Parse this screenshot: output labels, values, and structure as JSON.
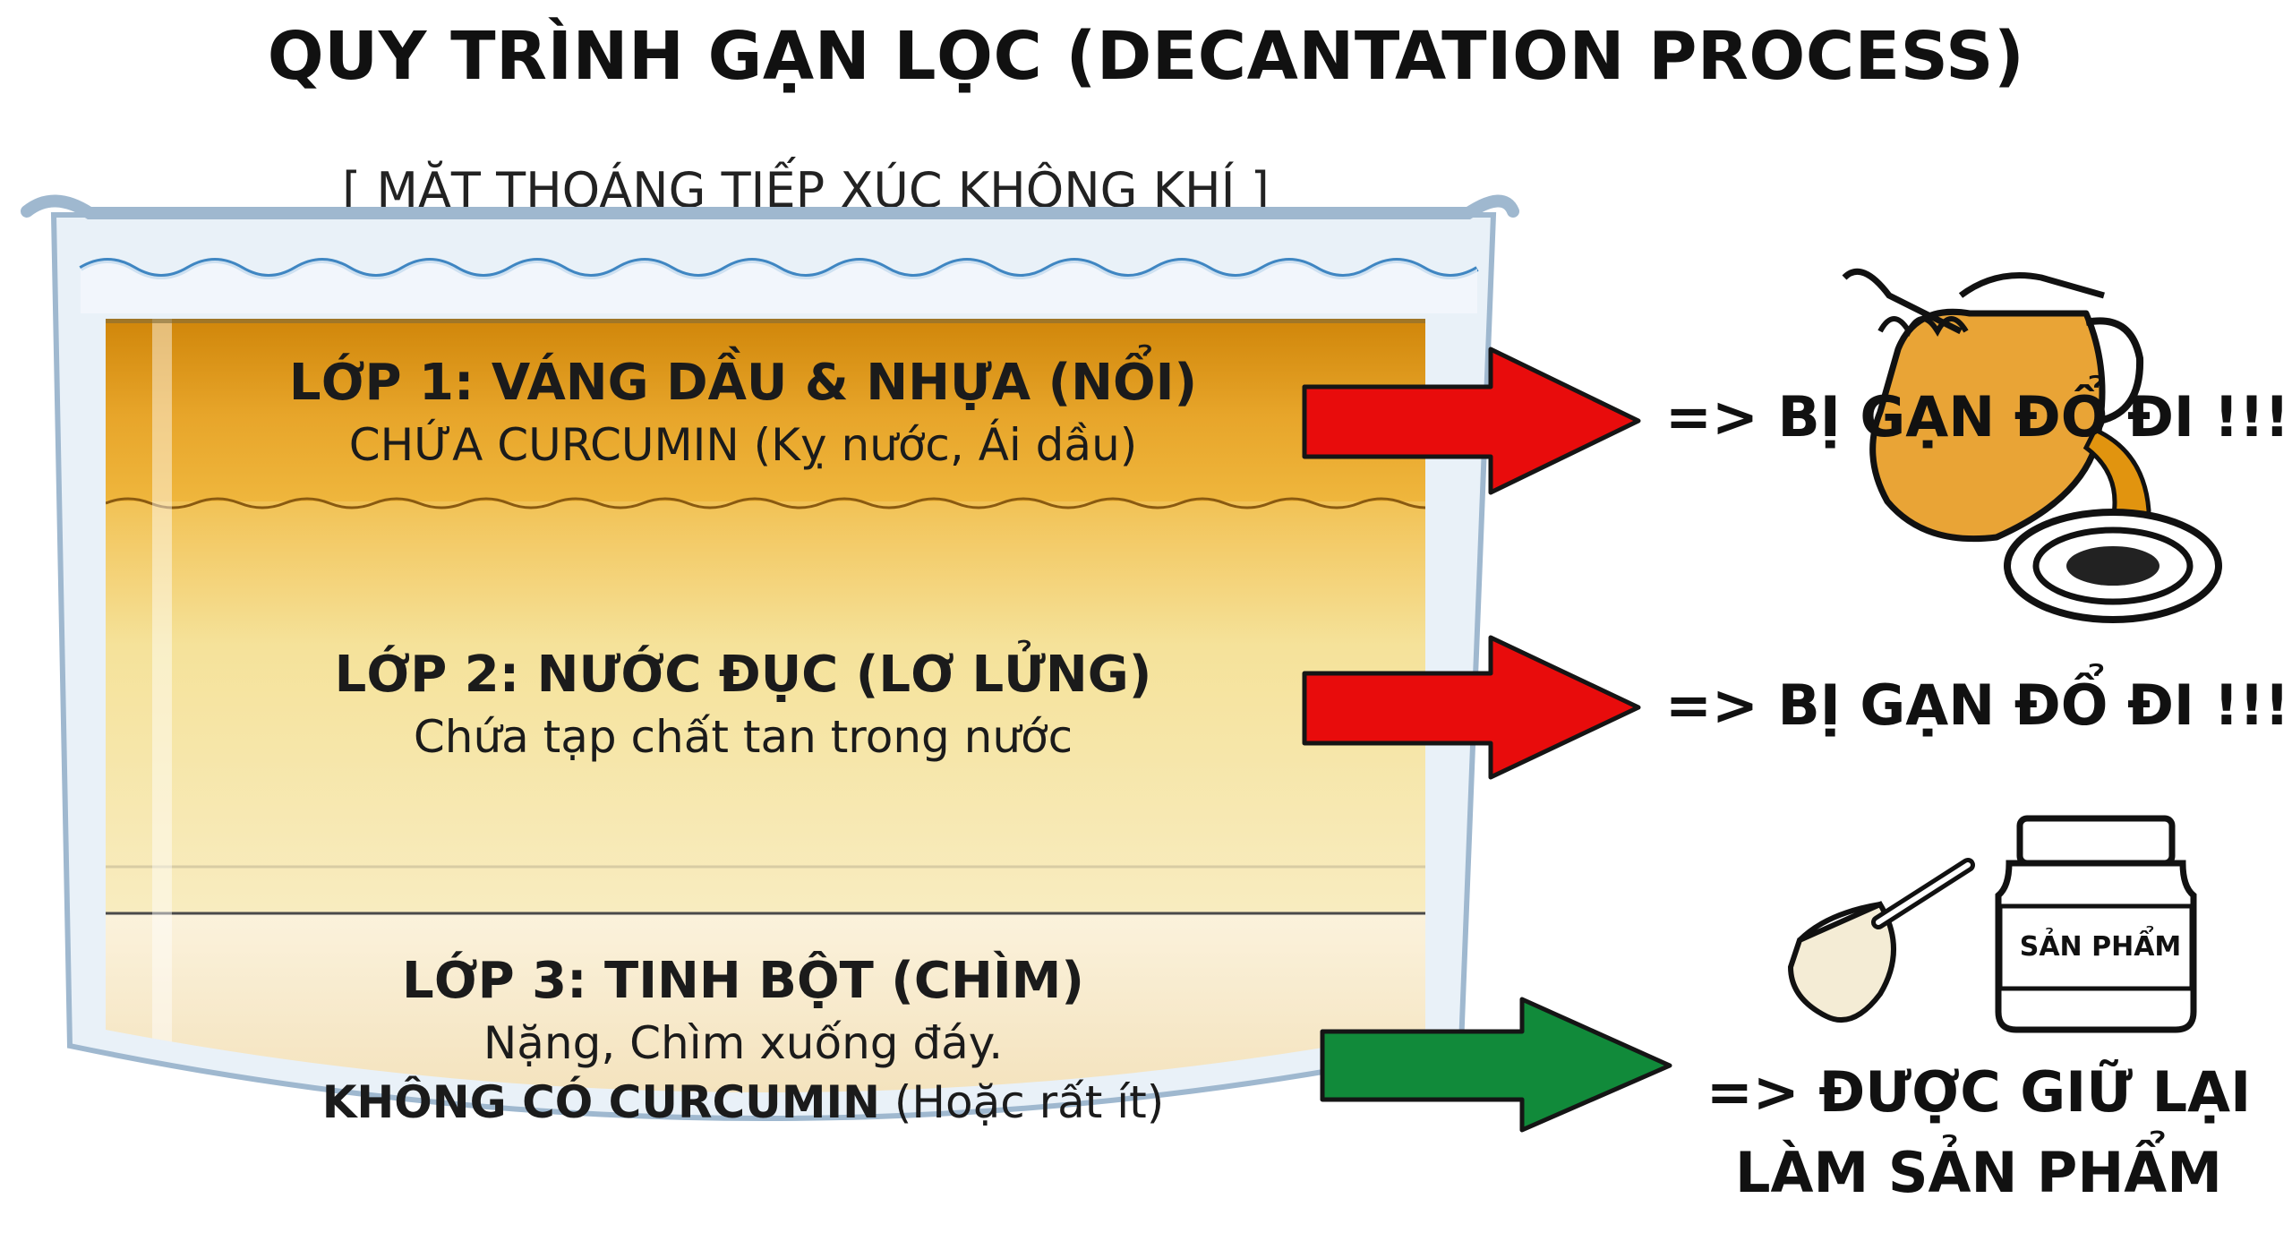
{
  "title": "QUY TRÌNH GẠN LỌC (DECANTATION PROCESS)",
  "surface_label": "[ MẶT THOÁNG TIẾP XÚC KHÔNG KHÍ ]",
  "layers": [
    {
      "title": "LỚP 1: VÁNG DẦU & NHỰA (NỔI)",
      "subtitle": "CHỨA CURCUMIN (Kỵ nước, Ái dầu)",
      "outcome": "=> BỊ GẠN ĐỔ ĐI !!!",
      "arrow_color": "#e80c0c"
    },
    {
      "title": "LỚP 2: NƯỚC ĐỤC (LƠ LỬNG)",
      "subtitle": "Chứa tạp chất tan trong nước",
      "outcome": "=> BỊ GẠN ĐỔ ĐI !!!",
      "arrow_color": "#e80c0c"
    },
    {
      "title": "LỚP 3: TINH BỘT (CHÌM)",
      "subtitle": "Nặng, Chìm xuống đáy.",
      "note_bold": "KHÔNG CÓ CURCUMIN",
      "note_rest": " (Hoặc rất ít)",
      "outcome_line1": "=> ĐƯỢC GIỮ LẠI",
      "outcome_line2": "LÀM SẢN PHẨM",
      "arrow_color": "#118a3a"
    }
  ],
  "jar_label": "SẢN PHẨM",
  "colors": {
    "oil_layer": "#d9900f",
    "water_layer": "#f3dc8c",
    "starch_layer": "#f6e7c6",
    "glass": "#c9dced",
    "wave": "#3f86c2"
  },
  "icons": [
    "pouring-jug-icon",
    "drain-icon",
    "scoop-icon",
    "product-jar-icon"
  ]
}
